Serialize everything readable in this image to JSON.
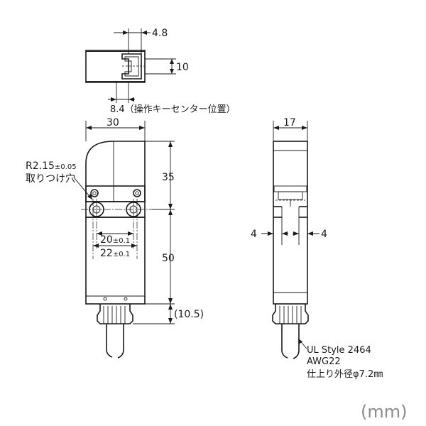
{
  "top_view": {
    "dim_width": "4.8",
    "dim_height": "10",
    "dim_key_position": "8.4（操作キーセンター位置）"
  },
  "front_view": {
    "dim_width": "30",
    "hole_label_prefix": "R2.15",
    "hole_label_tolerance": "±0.05",
    "hole_label_line2": "取りつけ穴",
    "dim_upper_height": "35",
    "dim_hole_pitch_min": "20",
    "dim_hole_pitch_min_tol": "±0.1",
    "dim_hole_pitch_max": "22",
    "dim_hole_pitch_max_tol": "±0.1",
    "dim_body_height": "50",
    "dim_cable_gland": "(10.5)"
  },
  "side_view": {
    "dim_width": "17",
    "dim_left_offset": "4",
    "dim_right_offset": "4",
    "cable_line1": "UL Style 2464",
    "cable_line2": "AWG22",
    "cable_line3": "仕上り外径φ7.2㎜"
  },
  "unit_label": "(mm)"
}
